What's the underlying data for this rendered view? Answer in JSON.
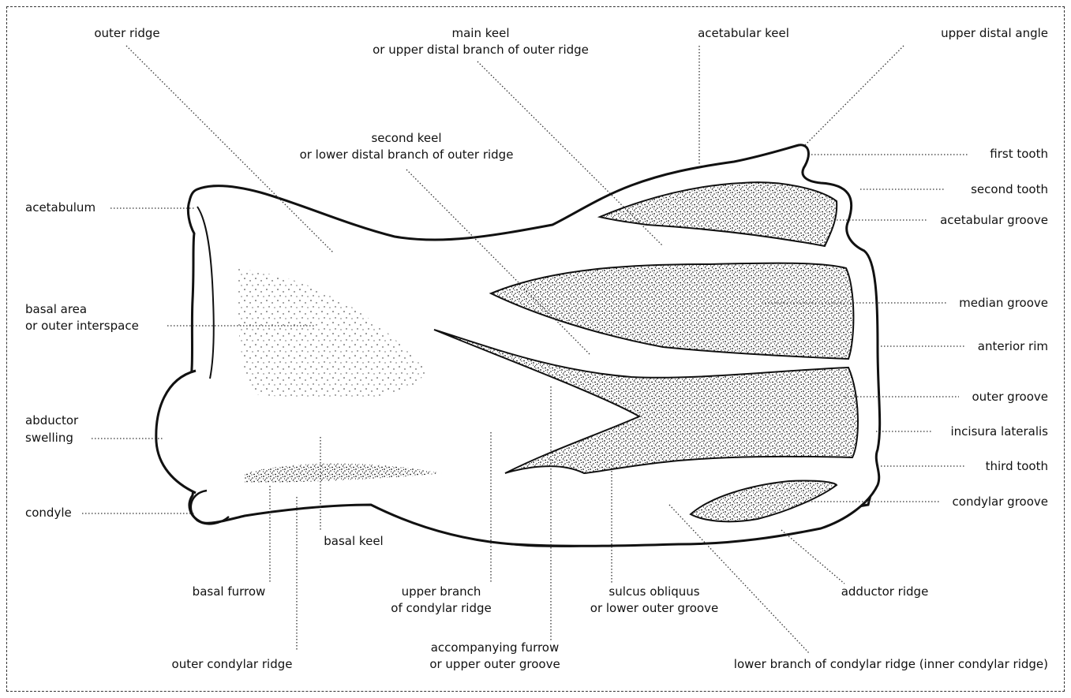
{
  "labels": {
    "outer_ridge": "outer ridge",
    "main_keel_1": "main keel",
    "main_keel_2": "or upper distal branch of outer ridge",
    "acetabular_keel": "acetabular keel",
    "upper_distal_angle": "upper distal angle",
    "second_keel_1": "second keel",
    "second_keel_2": "or lower distal branch of outer ridge",
    "first_tooth": "first tooth",
    "second_tooth": "second tooth",
    "acetabular_groove": "acetabular groove",
    "acetabulum": "acetabulum",
    "median_groove": "median groove",
    "basal_area_1": "basal area",
    "basal_area_2": "or outer interspace",
    "anterior_rim": "anterior rim",
    "outer_groove": "outer groove",
    "abductor_swelling_1": "abductor",
    "abductor_swelling_2": "swelling",
    "incisura_lateralis": "incisura lateralis",
    "third_tooth": "third tooth",
    "condyle": "condyle",
    "condylar_groove": "condylar groove",
    "basal_keel": "basal keel",
    "basal_furrow": "basal furrow",
    "upper_branch_1": "upper branch",
    "upper_branch_2": "of condylar ridge",
    "sulcus_obliquus_1": "sulcus obliquus",
    "sulcus_obliquus_2": "or lower outer groove",
    "adductor_ridge": "adductor ridge",
    "outer_condylar_ridge": "outer condylar ridge",
    "accompanying_furrow_1": "accompanying furrow",
    "accompanying_furrow_2": "or upper outer groove",
    "lower_branch": "lower branch of condylar ridge (inner condylar ridge)"
  }
}
